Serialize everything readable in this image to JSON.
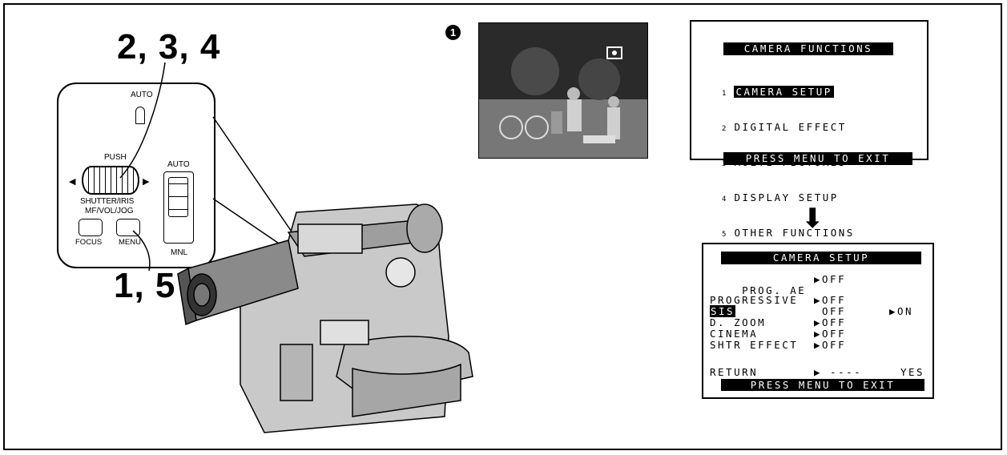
{
  "step_labels": {
    "steps_a": "2, 3, 4",
    "steps_b": "1, 5"
  },
  "marker": {
    "number": "1"
  },
  "panel": {
    "auto_top": "AUTO",
    "push": "PUSH",
    "switch_auto": "AUTO",
    "shutter_iris": "SHUTTER/IRIS",
    "mf_vol_jog": "MF/VOL/JOG",
    "focus": "FOCUS",
    "menu": "MENU",
    "mnl": "MNL"
  },
  "menu1": {
    "title": "CAMERA FUNCTIONS",
    "items": [
      {
        "num": "1",
        "label": "CAMERA SETUP"
      },
      {
        "num": "2",
        "label": "DIGITAL EFFECT"
      },
      {
        "num": "3",
        "label": "MULTI-PICTURES"
      },
      {
        "num": "4",
        "label": "DISPLAY SETUP"
      },
      {
        "num": "5",
        "label": "OTHER FUNCTIONS"
      }
    ],
    "footer": "PRESS MENU TO EXIT"
  },
  "menu2": {
    "title": "CAMERA SETUP",
    "rows": [
      {
        "label": "PROG. AE",
        "value": "▶OFF",
        "extra": ""
      },
      {
        "label": "PROGRESSIVE",
        "value": "▶OFF",
        "extra": ""
      },
      {
        "label": "SIS",
        "value": "OFF",
        "extra": "▶ON"
      },
      {
        "label": "D. ZOOM",
        "value": "▶OFF",
        "extra": ""
      },
      {
        "label": "CINEMA",
        "value": "▶OFF",
        "extra": ""
      },
      {
        "label": "SHTR EFFECT",
        "value": "▶OFF",
        "extra": ""
      }
    ],
    "return_label": "RETURN",
    "return_value": "▶ ----",
    "return_yes": "YES",
    "footer": "PRESS MENU TO EXIT"
  },
  "arrow_down": "⬇",
  "colors": {
    "ink": "#000000",
    "paper": "#ffffff",
    "photo": "#3a3a3a"
  }
}
